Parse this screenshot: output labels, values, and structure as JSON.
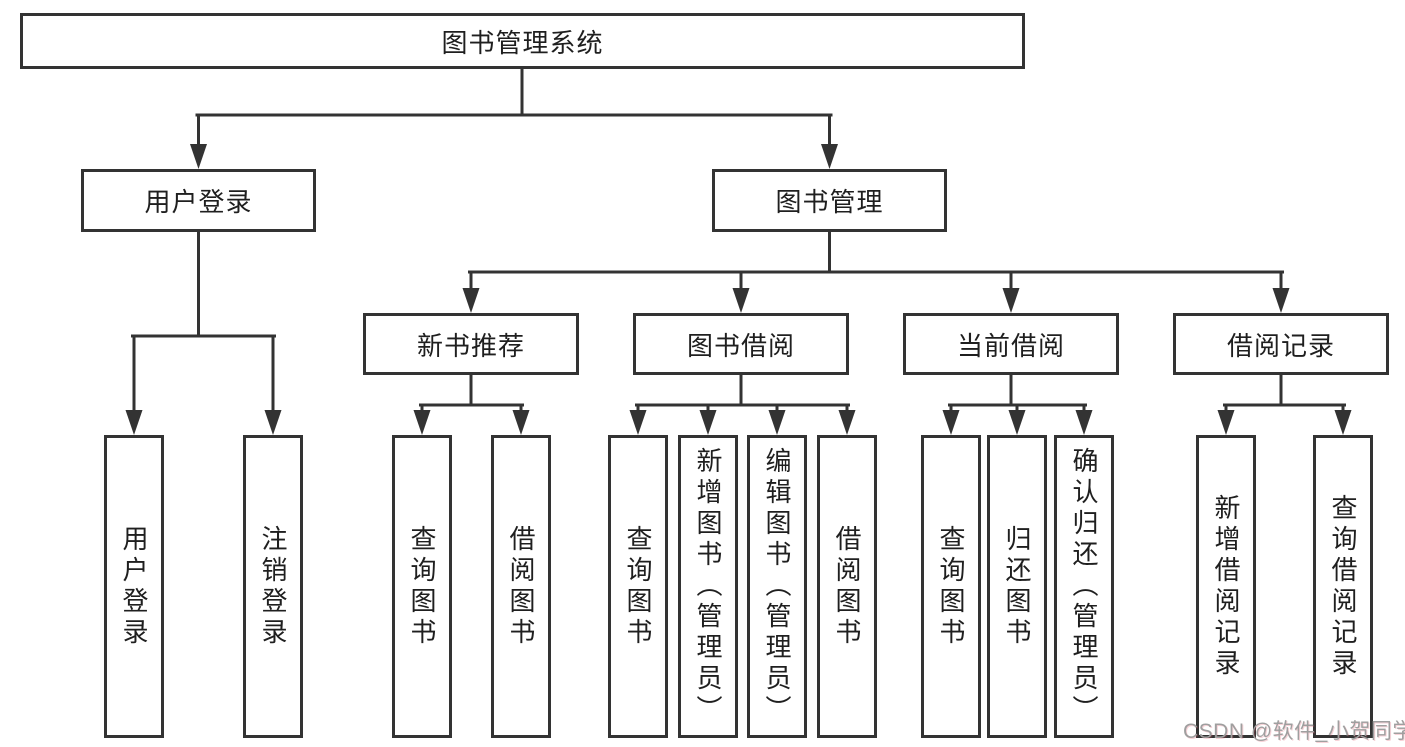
{
  "diagram": {
    "title": "图书管理系统",
    "watermark": "CSDN @软件_小贺同学",
    "colors": {
      "line": "#333333",
      "text": "#1f1f1f",
      "watermark_gray": "#9f9f9f",
      "background": "#ffffff"
    },
    "nodes": {
      "root": "图书管理系统",
      "login": "用户登录",
      "mgmt": "图书管理",
      "new_books": "新书推荐",
      "book_borrow": "图书借阅",
      "current_borrow": "当前借阅",
      "borrow_record": "借阅记录",
      "user_login": "用户登录",
      "logout": "注销登录",
      "nb_query_book": "查询图书",
      "nb_borrow_book": "借阅图书",
      "bb_query_book": "查询图书",
      "bb_add_book": "新增图书（管理员）",
      "bb_edit_book": "编辑图书（管理员）",
      "bb_borrow_book": "借阅图书",
      "cb_query_book": "查询图书",
      "cb_return_book": "归还图书",
      "cb_confirm_return": "确认归还（管理员）",
      "br_add_record": "新增借阅记录",
      "br_query_record": "查询借阅记录"
    },
    "tree": {
      "label": "图书管理系统",
      "children": [
        {
          "label": "用户登录",
          "children": [
            {
              "label": "用户登录"
            },
            {
              "label": "注销登录"
            }
          ]
        },
        {
          "label": "图书管理",
          "children": [
            {
              "label": "新书推荐",
              "children": [
                {
                  "label": "查询图书"
                },
                {
                  "label": "借阅图书"
                }
              ]
            },
            {
              "label": "图书借阅",
              "children": [
                {
                  "label": "查询图书"
                },
                {
                  "label": "新增图书（管理员）"
                },
                {
                  "label": "编辑图书（管理员）"
                },
                {
                  "label": "借阅图书"
                }
              ]
            },
            {
              "label": "当前借阅",
              "children": [
                {
                  "label": "查询图书"
                },
                {
                  "label": "归还图书"
                },
                {
                  "label": "确认归还（管理员）"
                }
              ]
            },
            {
              "label": "借阅记录",
              "children": [
                {
                  "label": "新增借阅记录"
                },
                {
                  "label": "查询借阅记录"
                }
              ]
            }
          ]
        }
      ]
    }
  }
}
